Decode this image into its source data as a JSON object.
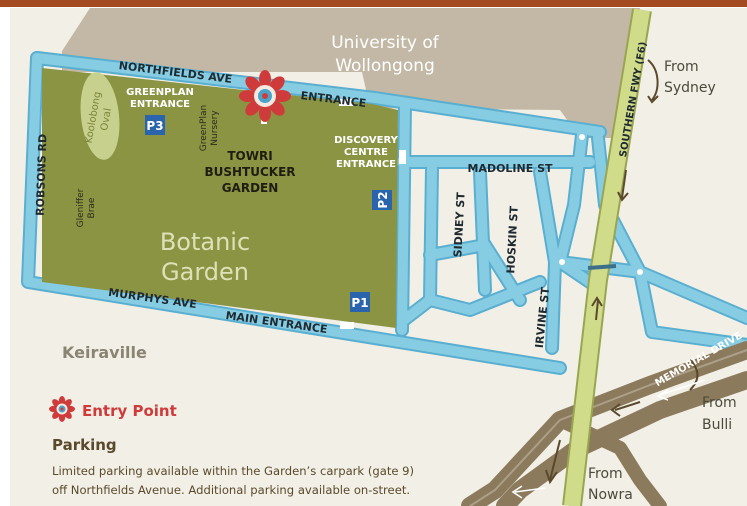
{
  "colors": {
    "border": "#a34a22",
    "background": "#f2efe6",
    "university": "#c3b8a6",
    "garden": "#8b9443",
    "road_blue": "#86cde4",
    "road_outline": "#5aaed0",
    "freeway": "#d1dc8a",
    "memorial_drive": "#8b7a5c",
    "parking_badge": "#2a64ad",
    "entry_red": "#cf3b3a",
    "heading_brown": "#5a4a2b",
    "title_olive": "#dce1b8",
    "oval_fill": "#c8d08e"
  },
  "icons": {
    "entry_marker": "flower-icon",
    "parking": "parking-sign-icon"
  },
  "areas": {
    "university_line1": "University of",
    "university_line2": "Wollongong",
    "botanic_line1": "Botanic",
    "botanic_line2": "Garden",
    "keiraville": "Keiraville",
    "oval_line1": "Koolobong",
    "oval_line2": "Oval",
    "glenifer_line1": "Gleniffer",
    "glenifer_line2": "Brae",
    "nursery_line1": "GreenPlan",
    "nursery_line2": "Nursery",
    "towri_line1": "TOWRI",
    "towri_line2": "BUSHTUCKER",
    "towri_line3": "GARDEN"
  },
  "streets": {
    "northfields": "NORTHFIELDS AVE",
    "entrance": "ENTRANCE",
    "robsons": "ROBSONS RD",
    "murphys": "MURPHYS AVE",
    "main_entrance": "MAIN ENTRANCE",
    "madoline": "MADOLINE ST",
    "sidney": "SIDNEY ST",
    "hoskin": "HOSKIN ST",
    "irvine": "IRVINE ST",
    "southern_fwy": "SOUTHERN FWY (F6)",
    "memorial_drive": "MEMORIAL DRIVE",
    "greenplan_line1": "GREENPLAN",
    "greenplan_line2": "ENTRANCE",
    "discovery_line1": "DISCOVERY",
    "discovery_line2": "CENTRE",
    "discovery_line3": "ENTRANCE"
  },
  "parking": {
    "p1": "P1",
    "p2": "P2",
    "p3": "P3"
  },
  "directions": {
    "sydney_line1": "From",
    "sydney_line2": "Sydney",
    "bulli_line1": "From",
    "bulli_line2": "Bulli",
    "nowra_line1": "From",
    "nowra_line2": "Nowra"
  },
  "legend": {
    "entry_point": "Entry Point",
    "parking_title": "Parking",
    "parking_line1": "Limited parking available within the Garden’s carpark (gate 9)",
    "parking_line2": "off Northfields Avenue. Additional parking available on-street."
  }
}
